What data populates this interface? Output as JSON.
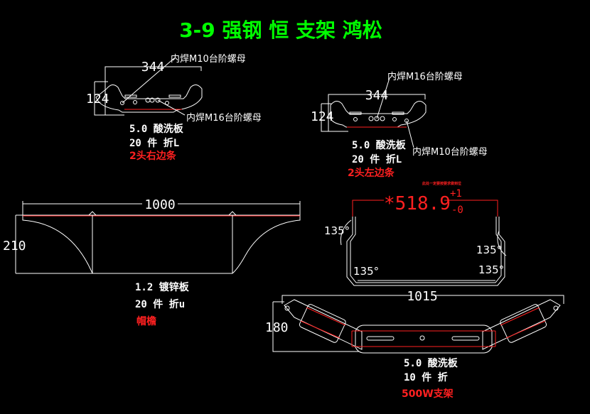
{
  "title": "3-9 强钢 恒 支架 鸿松",
  "colors": {
    "background": "#000000",
    "title": "#00ff00",
    "lines": "#ffffff",
    "highlight": "#ff2020"
  },
  "parts": [
    {
      "dims": {
        "width": "344",
        "height": "124"
      },
      "labels": [
        "内焊M10台阶螺母",
        "内焊M16台阶螺母"
      ],
      "material": "5.0 酸洗板",
      "qty": "20 件 折L",
      "name": "2头右边条"
    },
    {
      "dims": {
        "width": "344",
        "height": "124"
      },
      "labels": [
        "内焊M16台阶螺母",
        "内焊M10台阶螺母"
      ],
      "material": "5.0 酸洗板",
      "qty": "20 件 折L",
      "name": "2头左边条"
    },
    {
      "dims": {
        "width": "1000",
        "height": "210"
      },
      "material": "1.2 镀锌板",
      "qty": "20 件 折u",
      "name": "帽檐"
    },
    {
      "dims": {
        "width": "*518.9",
        "tol_plus": "+1",
        "tol_minus": "-0"
      },
      "note": "此处一定要按要求做到位",
      "angles": [
        "135°",
        "135°",
        "135°",
        "135°"
      ]
    },
    {
      "dims": {
        "width": "1015",
        "height": "180"
      },
      "material": "5.0 酸洗板",
      "qty": "10 件 折",
      "name": "500W支架"
    }
  ]
}
